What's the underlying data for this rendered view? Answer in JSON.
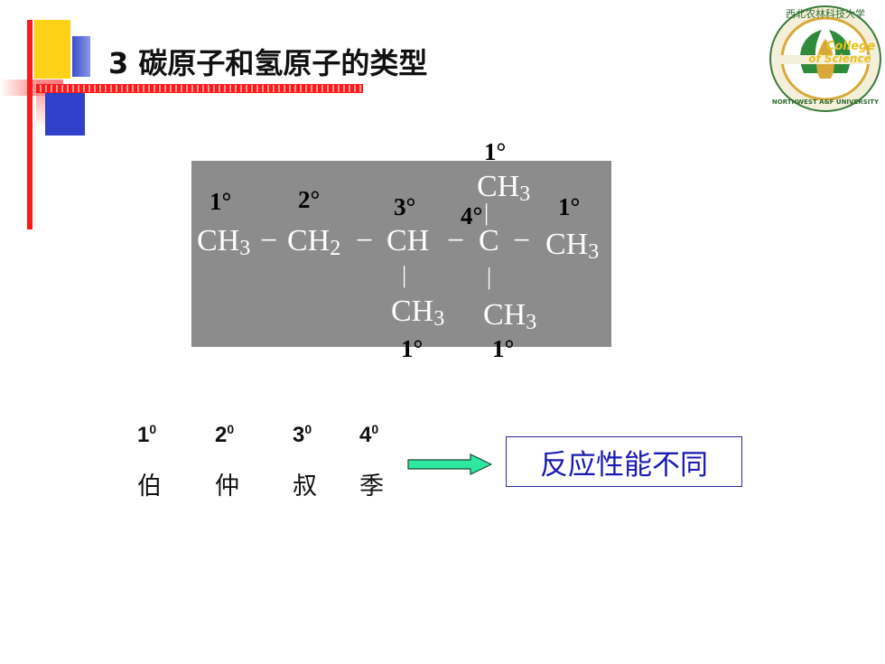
{
  "slide": {
    "title": "3  碳原子和氢原子的类型"
  },
  "logo": {
    "line1": "College",
    "line2": "of Science",
    "ring_text_top": "西北农林科技大学",
    "ring_text_bottom": "NORTHWEST A&F UNIVERSITY"
  },
  "structure": {
    "groups": {
      "ch3_left": "CH",
      "ch2": "CH",
      "ch": "CH",
      "c": "C",
      "ch3_right": "CH",
      "ch3_top": "CH",
      "ch3_bottom_ch": "CH",
      "ch3_bottom_c": "CH"
    },
    "subscripts": {
      "three": "3",
      "two": "2"
    },
    "bonds": {
      "h": "−",
      "v": "|"
    },
    "degrees": {
      "top": "1°",
      "left": "1°",
      "ch2": "2°",
      "ch": "3°",
      "c": "4°",
      "right": "1°",
      "bottom_ch": "1°",
      "bottom_c": "1°"
    }
  },
  "levels": [
    {
      "num": "1",
      "sup": "0",
      "name": "伯"
    },
    {
      "num": "2",
      "sup": "0",
      "name": "仲"
    },
    {
      "num": "3",
      "sup": "0",
      "name": "叔"
    },
    {
      "num": "4",
      "sup": "0",
      "name": "季"
    }
  ],
  "result": {
    "text": "反应性能不同"
  },
  "colors": {
    "accent_red": "#ff1a1a",
    "accent_yellow": "#ffd21a",
    "accent_blue": "#3040c8",
    "panel_gray": "#8c8c8c",
    "result_text": "#1a1ab0",
    "arrow_fill": "#2ee8a0",
    "logo_green": "#2f8a3a",
    "logo_gold": "#d8a93a"
  }
}
